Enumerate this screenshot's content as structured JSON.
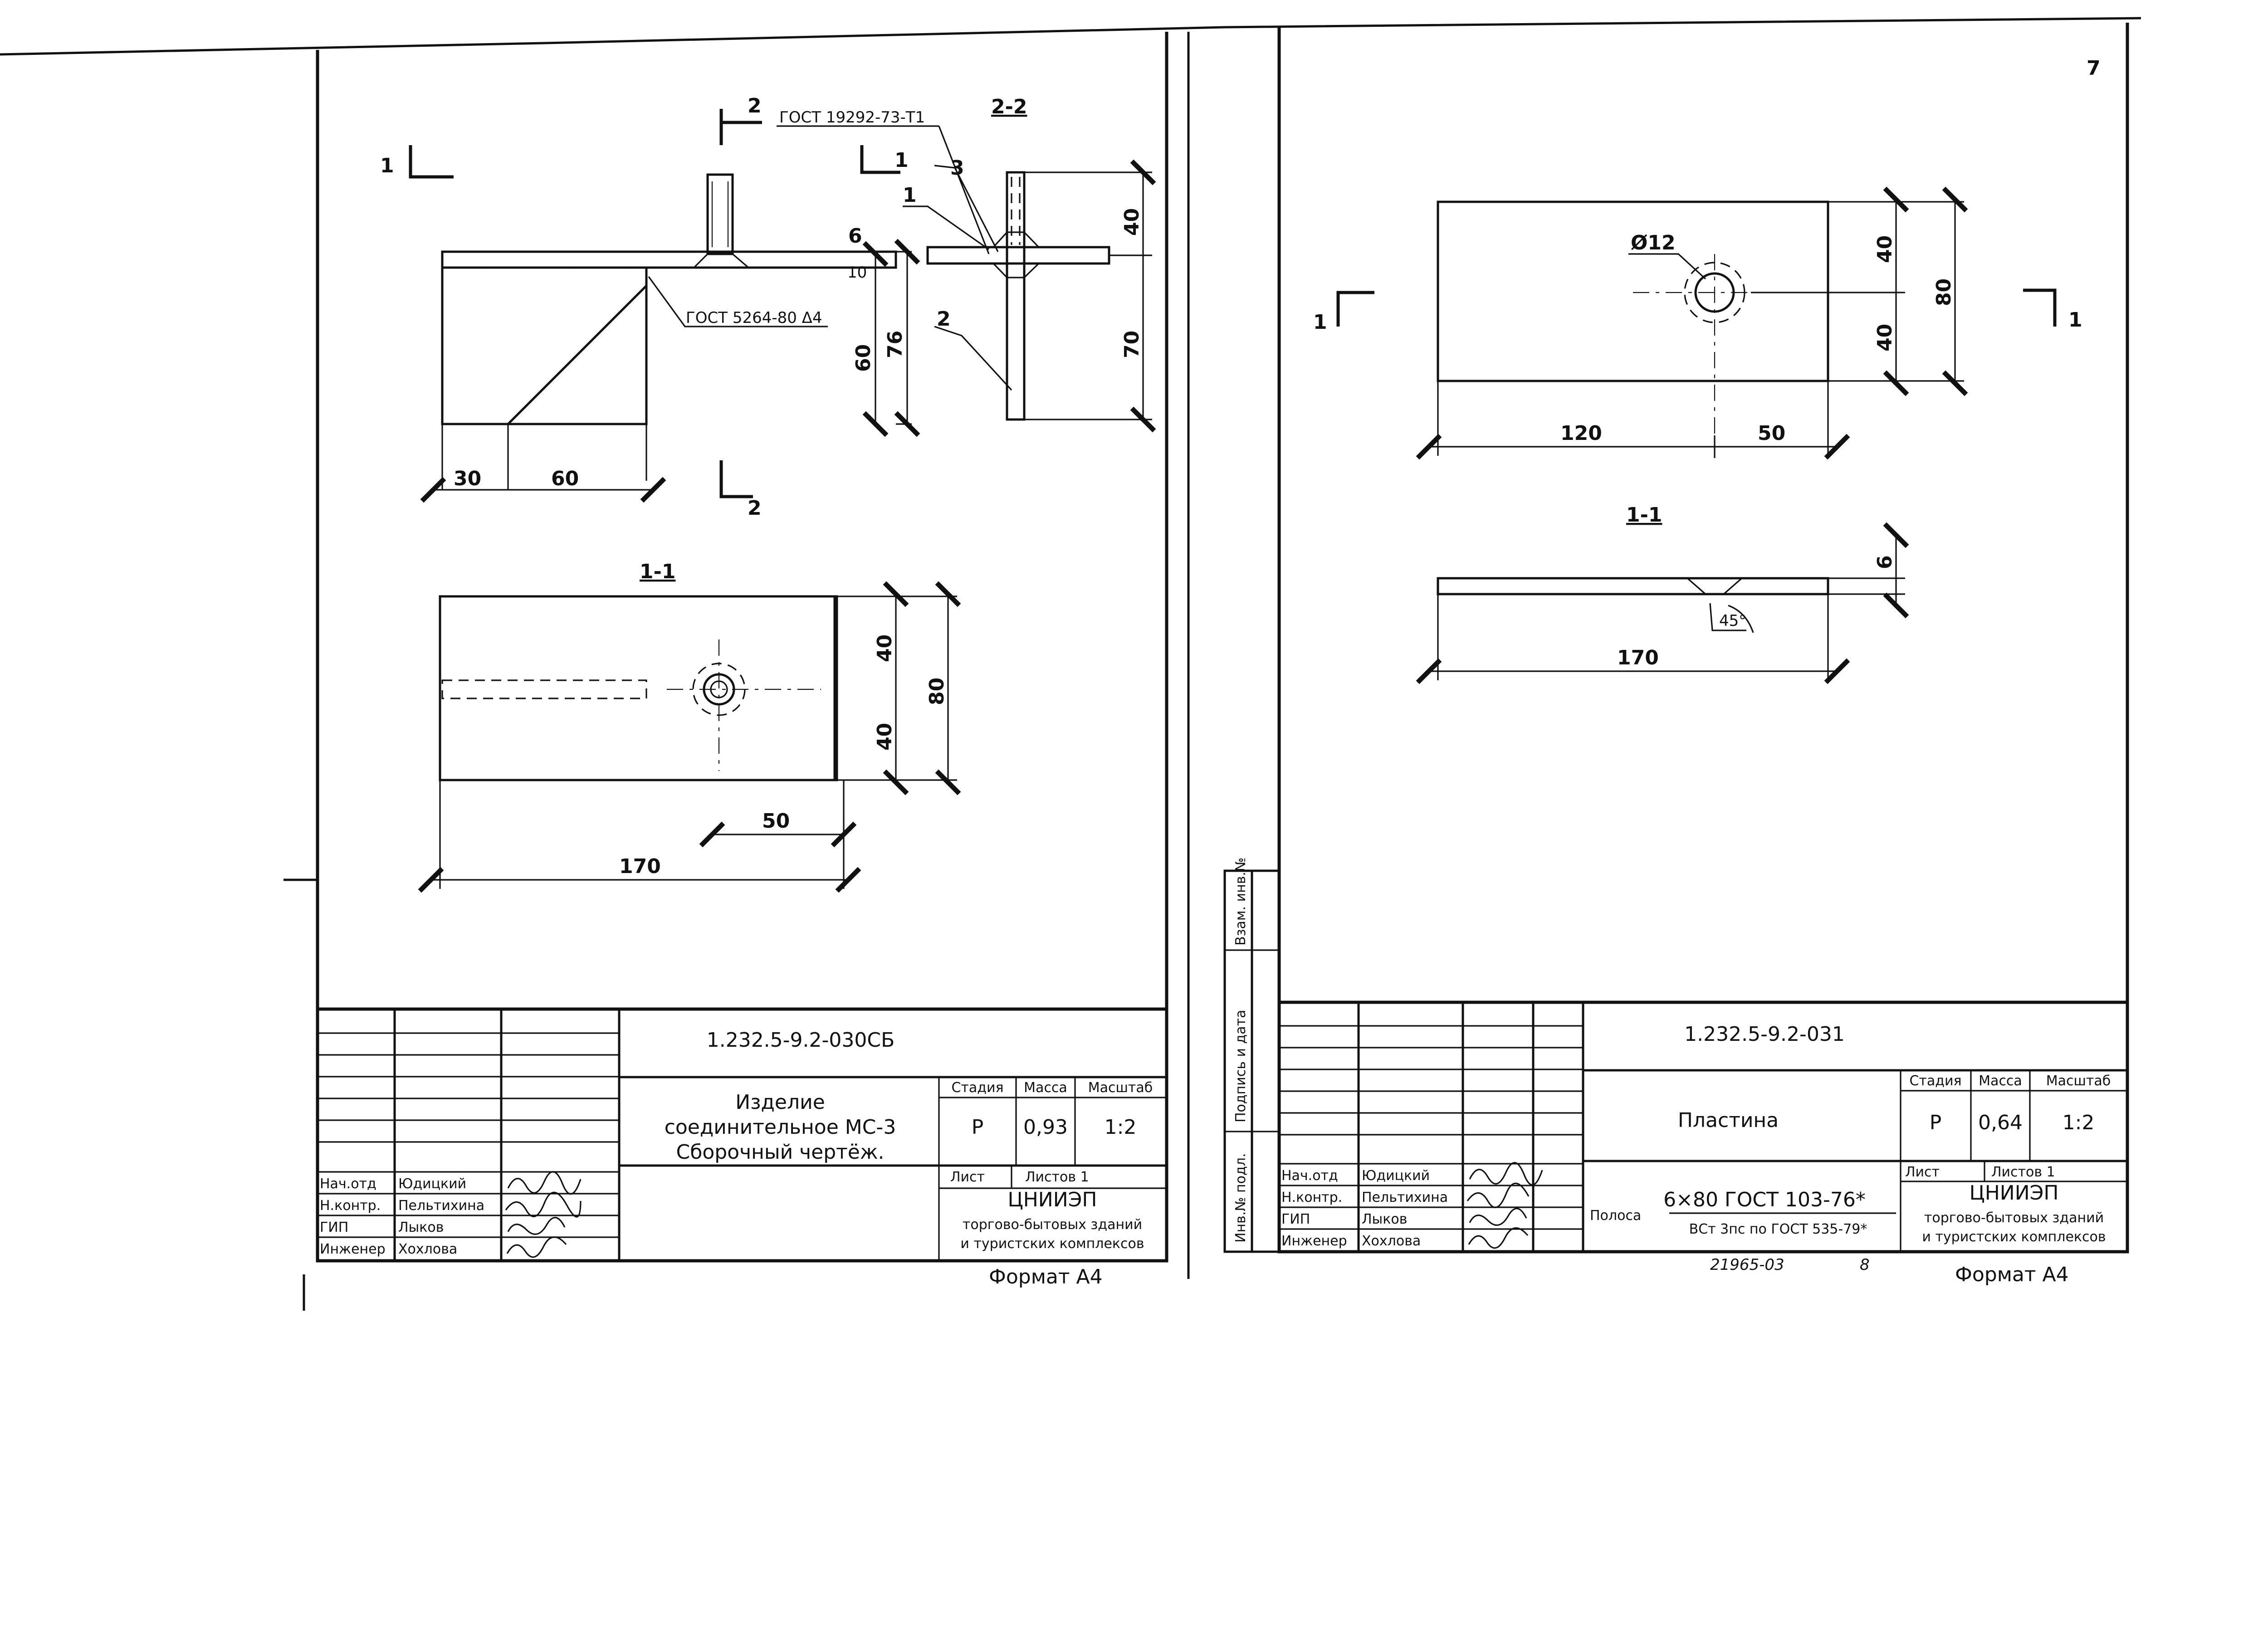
{
  "page_number": "7",
  "left_sheet": {
    "view_labels": {
      "section_1_left": "1",
      "section_1_right": "1",
      "section_2_top": "2",
      "section_2_bottom": "2",
      "view_2_2": "2-2",
      "view_1_1": "1-1"
    },
    "notes": {
      "gost_stud": "ГОСТ 19292-73-Т1",
      "gost_weld": "ГОСТ 5264-80 Δ4"
    },
    "parts": {
      "p1": "1",
      "p2": "2",
      "p3": "3"
    },
    "dims_front": {
      "d6": "6",
      "d10": "10",
      "d60": "60",
      "d76": "76",
      "d30": "30",
      "d60b": "60"
    },
    "dims_section_2_2": {
      "d40": "40",
      "d70": "70"
    },
    "dims_plan": {
      "d40a": "40",
      "d40b": "40",
      "d80": "80",
      "d50": "50",
      "d170": "170"
    },
    "title_block": {
      "code": "1.232.5-9.2-030СБ",
      "name_line1": "Изделие",
      "name_line2": "соединительное МС-3",
      "name_line3": "Сборочный чертёж.",
      "hdr_stage": "Стадия",
      "hdr_mass": "Масса",
      "hdr_scale": "Масштаб",
      "stage": "Р",
      "mass": "0,93",
      "scale": "1:2",
      "sheet": "Лист",
      "sheets": "Листов 1",
      "org1": "ЦНИИЭП",
      "org2": "торгово-бытовых зданий",
      "org3": "и туристских комплексов",
      "roles": [
        "Нач.отд",
        "Н.контр.",
        "ГИП",
        "Инженер"
      ],
      "names": [
        "Юдицкий",
        "Пельтихина",
        "Лыков",
        "Хохлова"
      ]
    },
    "format": "Формат А4"
  },
  "right_sheet": {
    "view_labels": {
      "section_1_left": "1",
      "section_1_right": "1",
      "view_1_1": "1-1"
    },
    "hole": "Ø12",
    "dims_plan": {
      "d40a": "40",
      "d40b": "40",
      "d80": "80",
      "d120": "120",
      "d50": "50"
    },
    "dims_section": {
      "d6": "6",
      "angle": "45°",
      "d170": "170"
    },
    "side_stamp": [
      "Инв.№ подл.",
      "Подпись и дата",
      "Взам. инв.№"
    ],
    "title_block": {
      "code": "1.232.5-9.2-031",
      "name": "Пластина",
      "material_prefix": "Полоса",
      "material_top": "6×80 ГОСТ 103-76*",
      "material_bottom": "ВСт 3пс по ГОСТ 535-79*",
      "hdr_stage": "Стадия",
      "hdr_mass": "Масса",
      "hdr_scale": "Масштаб",
      "stage": "Р",
      "mass": "0,64",
      "scale": "1:2",
      "sheet": "Лист",
      "sheets": "Листов 1",
      "org1": "ЦНИИЭП",
      "org2": "торгово-бытовых зданий",
      "org3": "и туристских комплексов",
      "roles": [
        "Нач.отд",
        "Н.контр.",
        "ГИП",
        "Инженер"
      ],
      "names": [
        "Юдицкий",
        "Пельтихина",
        "Лыков",
        "Хохлова"
      ]
    },
    "archive_number": "21965-03",
    "archive_sheet": "8",
    "format": "Формат А4"
  }
}
